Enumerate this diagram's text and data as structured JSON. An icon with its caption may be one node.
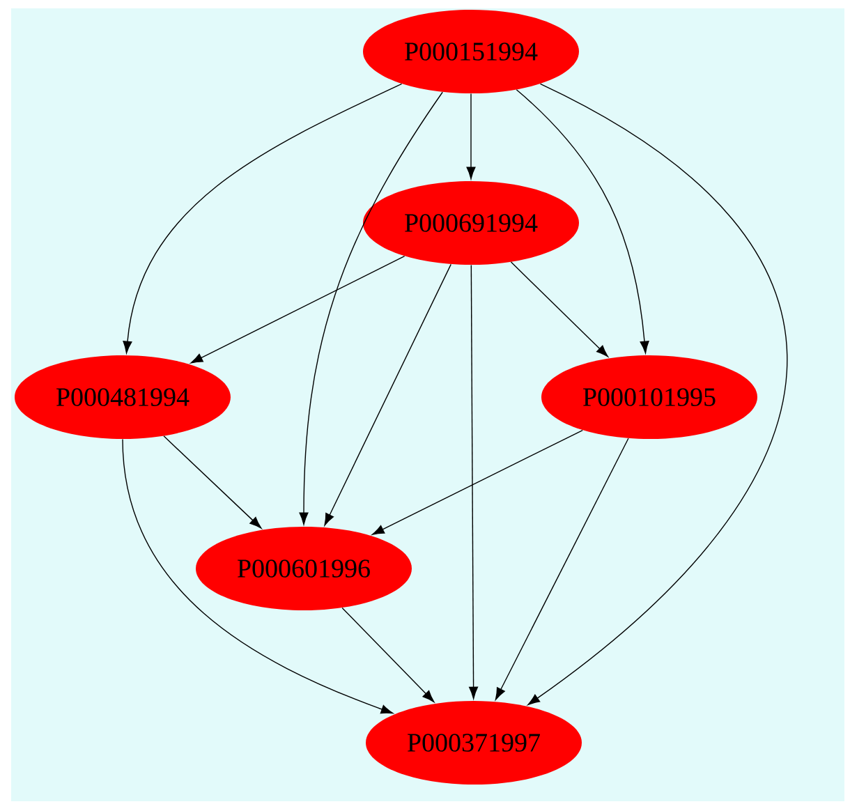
{
  "diagram": {
    "nodes": [
      {
        "text": [
          "P000151994"
        ]
      },
      {
        "text": [
          "P000691994"
        ]
      },
      {
        "text": [
          "P000481994"
        ]
      },
      {
        "text": [
          "P000101995"
        ]
      },
      {
        "text": [
          "P000601996"
        ]
      },
      {
        "text": [
          "P000371997"
        ]
      }
    ],
    "edges": [
      {
        "from": 0,
        "to": 1,
        "arrow": "to"
      },
      {
        "from": 0,
        "to": 2,
        "arrow": "to"
      },
      {
        "from": 0,
        "to": 4,
        "arrow": "to"
      },
      {
        "from": 0,
        "to": 3,
        "arrow": "to"
      },
      {
        "from": 0,
        "to": 5,
        "arrow": "to"
      },
      {
        "from": 1,
        "to": 2,
        "arrow": "to"
      },
      {
        "from": 1,
        "to": 4,
        "arrow": "to"
      },
      {
        "from": 1,
        "to": 5,
        "arrow": "to"
      },
      {
        "from": 1,
        "to": 3,
        "arrow": "to"
      },
      {
        "from": 2,
        "to": 4,
        "arrow": "to"
      },
      {
        "from": 2,
        "to": 5,
        "arrow": "to"
      },
      {
        "from": 3,
        "to": 4,
        "arrow": "to"
      },
      {
        "from": 3,
        "to": 5,
        "arrow": "to"
      },
      {
        "from": 4,
        "to": 5,
        "arrow": "to"
      }
    ]
  }
}
